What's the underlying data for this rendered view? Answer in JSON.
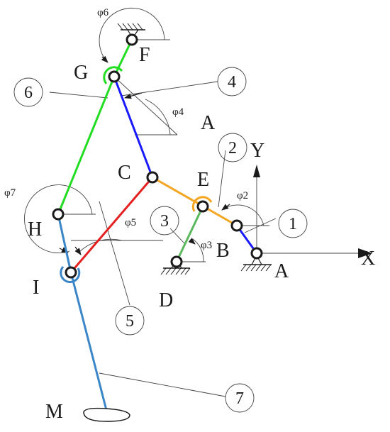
{
  "points": {
    "A": "A",
    "B": "B",
    "C": "C",
    "D": "D",
    "E": "E",
    "F": "F",
    "G": "G",
    "H": "H",
    "I": "I",
    "M": "M"
  },
  "axes": {
    "x": "X",
    "y": "Y"
  },
  "links": {
    "1": "1",
    "2": "2",
    "3": "3",
    "4": "4",
    "5": "5",
    "6": "6",
    "7": "7"
  },
  "angles": {
    "phi2": "φ2",
    "phi3": "φ3",
    "phi4": "φ4",
    "phi5": "φ5",
    "phi6": "φ6",
    "phi7": "φ7"
  },
  "colors": {
    "link1": "#1a1aff",
    "link2": "#f5a623",
    "link3": "#5cb85c",
    "link4": "#1a1aff",
    "link5": "#e52020",
    "link6": "#22dd22",
    "link7": "#3a86c8"
  }
}
